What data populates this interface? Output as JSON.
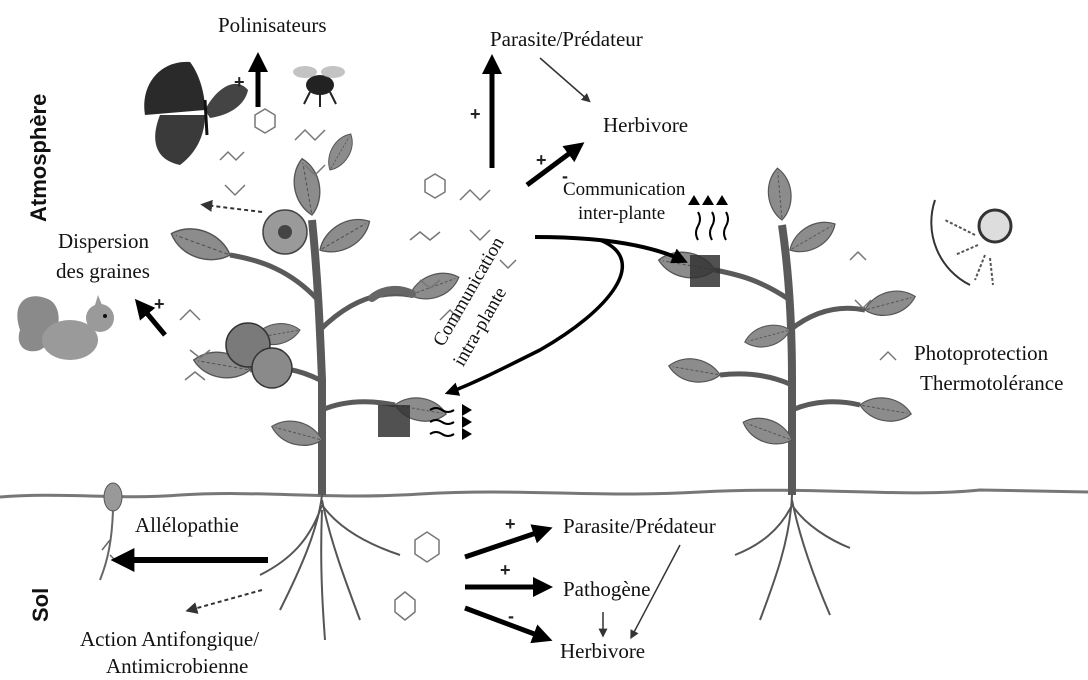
{
  "zones": {
    "atmosphere": "Atmosphère",
    "soil": "Sol"
  },
  "labels": {
    "pollinators": "Polinisateurs",
    "parasite_top": "Parasite/Prédateur",
    "herbivore_top": "Herbivore",
    "comm_inter_1": "Communication",
    "comm_inter_2": "inter-plante",
    "comm_intra_1": "Communication",
    "comm_intra_2": "intra-plante",
    "dispersal_1": "Dispersion",
    "dispersal_2": "des graines",
    "photoprotection": "Photoprotection",
    "thermotolerance": "Thermotolérance",
    "allelopathy": "Allélopathie",
    "antifungal_1": "Action Antifongique/",
    "antifungal_2": "Antimicrobienne",
    "parasite_soil": "Parasite/Prédateur",
    "pathogen": "Pathogène",
    "herbivore_soil": "Herbivore"
  },
  "signs": {
    "pollinators": "+",
    "parasite_top": "+",
    "herbivore_top": "+",
    "herbivore_top_minus": "-",
    "dispersal": "+",
    "parasite_soil": "+",
    "pathogen": "+",
    "herbivore_soil": "-"
  },
  "icons": [
    "butterfly-icon",
    "bee-icon",
    "squirrel-icon",
    "seedling-icon",
    "sun-icon",
    "flower-icon",
    "fruit-icon",
    "caterpillar-icon",
    "plant-icon",
    "molecule-icon"
  ],
  "colors": {
    "arrow": "#000000",
    "plant": "#5a5a5a",
    "leaf": "#8c8c8c",
    "ground": "#777777"
  }
}
